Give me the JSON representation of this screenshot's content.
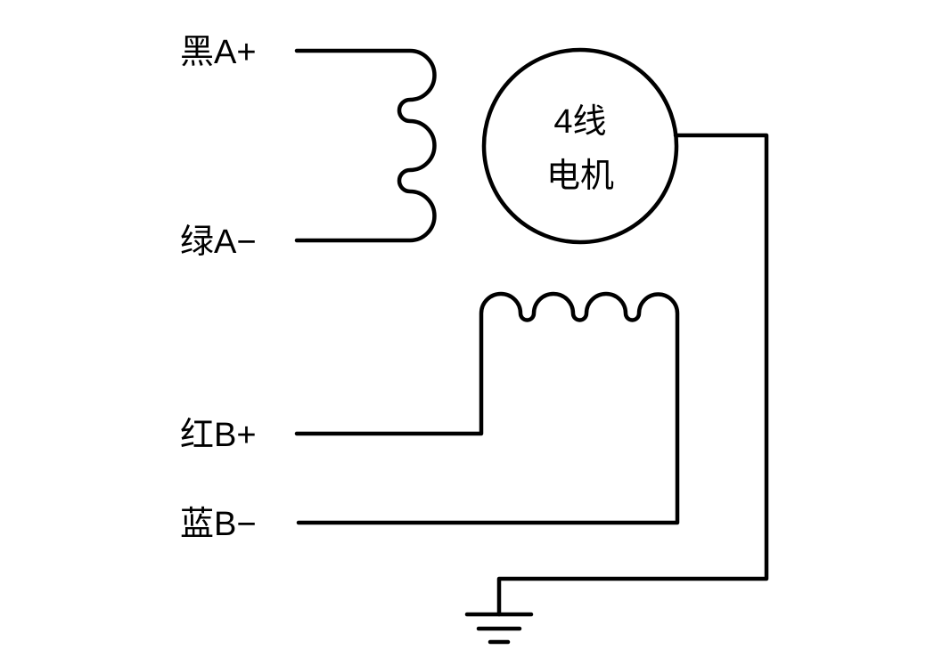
{
  "diagram": {
    "kind": "4-wire stepper motor wiring diagram",
    "motor_label": {
      "line1": "4线",
      "line2": "电机"
    },
    "terminals": [
      {
        "label": "黑A+"
      },
      {
        "label": "绿A−"
      },
      {
        "label": "红B+"
      },
      {
        "label": "蓝B−"
      }
    ],
    "icons": {
      "ground": "earth-ground-symbol"
    },
    "colors": {
      "line": "#000000",
      "background": "#ffffff"
    }
  }
}
